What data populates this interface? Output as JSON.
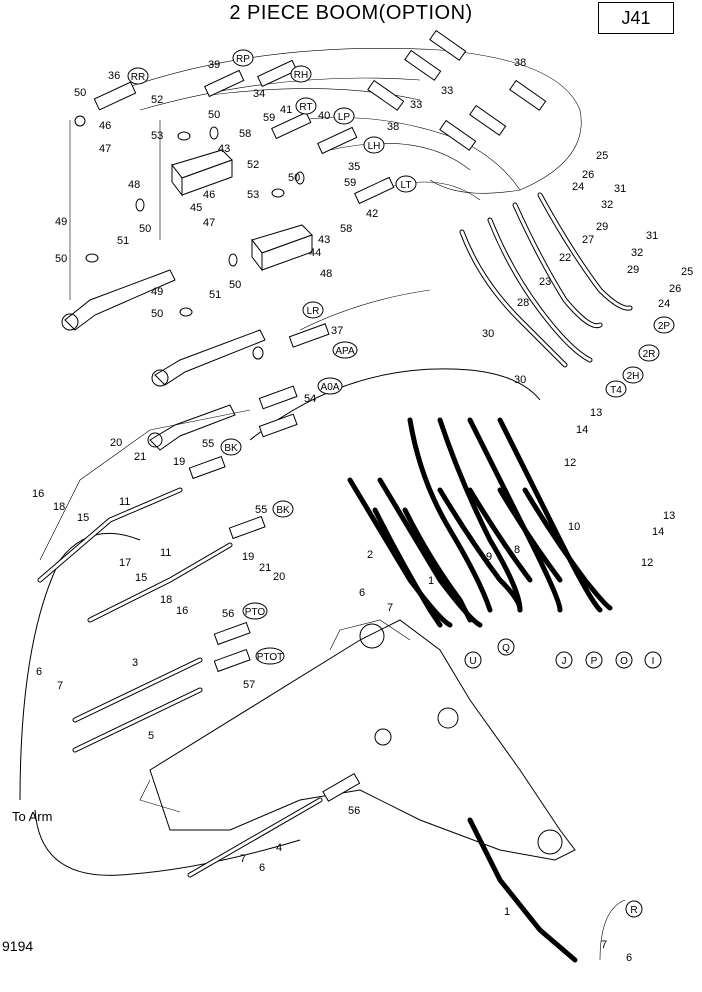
{
  "title": "2 PIECE BOOM(OPTION)",
  "page_ref": "J41",
  "drawing_code": "9194",
  "note_to_arm": "To Arm",
  "port_tags": [
    "RR",
    "RP",
    "RH",
    "RT",
    "LP",
    "LH",
    "LT",
    "LR",
    "APA",
    "A0A",
    "BK",
    "BK",
    "PTO",
    "PTOT",
    "2P",
    "2R",
    "2H",
    "T4",
    "U",
    "Q",
    "J",
    "P",
    "O",
    "I",
    "R"
  ],
  "callouts": [
    "36",
    "39",
    "34",
    "38",
    "33",
    "33",
    "38",
    "50",
    "52",
    "41",
    "40",
    "35",
    "46",
    "47",
    "53",
    "43",
    "58",
    "59",
    "50",
    "52",
    "48",
    "45",
    "46",
    "47",
    "53",
    "50",
    "43",
    "59",
    "42",
    "58",
    "49",
    "51",
    "50",
    "50",
    "49",
    "51",
    "50",
    "50",
    "44",
    "48",
    "37",
    "54",
    "55",
    "20",
    "21",
    "19",
    "16",
    "18",
    "15",
    "11",
    "17",
    "15",
    "11",
    "55",
    "19",
    "21",
    "20",
    "18",
    "16",
    "56",
    "57",
    "3",
    "6",
    "7",
    "5",
    "25",
    "26",
    "24",
    "31",
    "32",
    "29",
    "27",
    "31",
    "32",
    "29",
    "22",
    "23",
    "28",
    "30",
    "30",
    "25",
    "26",
    "24",
    "13",
    "14",
    "12",
    "13",
    "14",
    "12",
    "10",
    "9",
    "8",
    "2",
    "6",
    "7",
    "1",
    "4",
    "7",
    "6",
    "56",
    "1",
    "7",
    "6"
  ]
}
